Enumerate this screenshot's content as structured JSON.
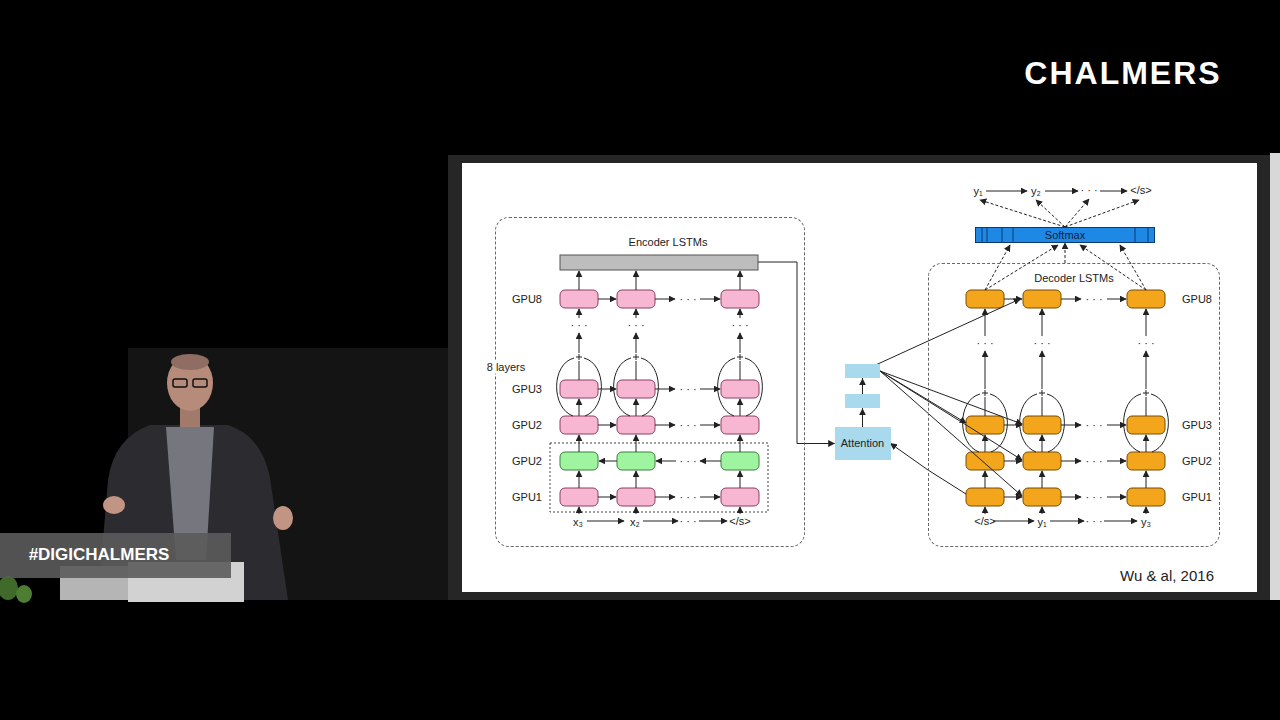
{
  "diagram": {
    "nodes": [
      {
        "text": [
          "Encoder LSTMs"
        ]
      },
      {
        "text": [
          "Attention"
        ]
      },
      {
        "text": [
          "Softmax"
        ]
      },
      {
        "text": [
          "Decoder LSTMs"
        ]
      }
    ],
    "edges": [
      {
        "from": 0,
        "to": 1,
        "arrow": "to"
      },
      {
        "from": 3,
        "to": 1,
        "arrow": "to"
      },
      {
        "from": 1,
        "to": 3,
        "arrow": "to"
      },
      {
        "from": 3,
        "to": 2,
        "arrow": "to"
      }
    ],
    "labels": [
      "CHALMERS",
      "#DIGICHALMERS",
      "GPU8",
      "8 layers",
      "GPU3",
      "GPU2",
      "GPU2",
      "GPU1",
      "x₃",
      "x₂",
      "· · ·",
      "</s>",
      "GPU8",
      "GPU3",
      "GPU2",
      "GPU1",
      "</s>",
      "y₁",
      "· · ·",
      "y₃",
      "y₁",
      "y₂",
      "· · ·",
      "</s>",
      "Wu & al, 2016",
      "· · ·",
      "· · ·",
      "· · ·",
      "· · ·",
      "· · ·",
      "· · ·",
      "· · ·",
      "· · ·",
      "· · ·",
      "· · ·",
      "· · ·",
      "· · ·",
      "· · ·",
      "· · ·",
      "· · ·"
    ]
  }
}
